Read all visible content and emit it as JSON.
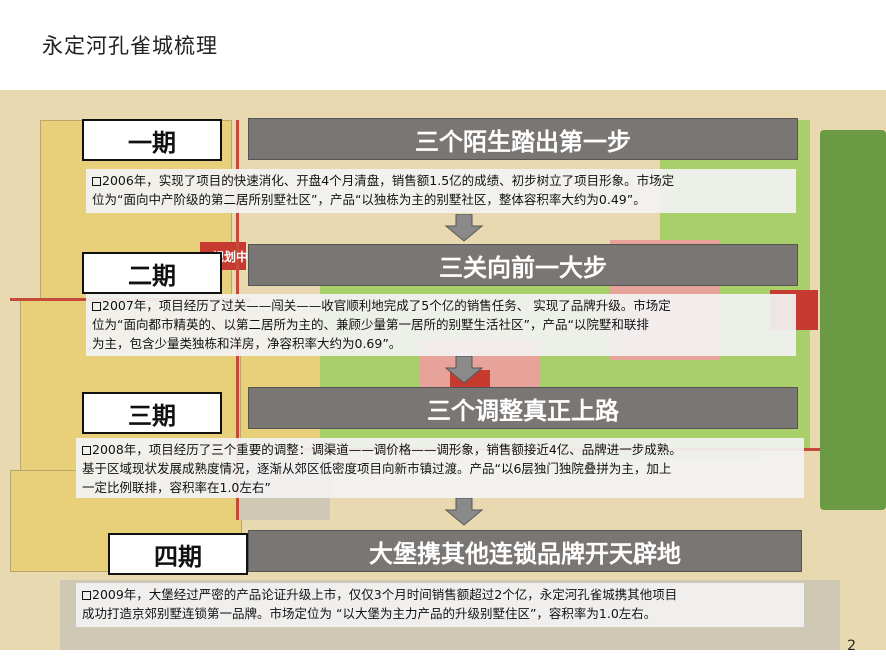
{
  "title": "永定河孔雀城梳理",
  "page_number": "2",
  "map_labels": {
    "planning": "规划中",
    "phase_two": "二期"
  },
  "phases": [
    {
      "label": "一期",
      "banner": "三个陌生踏出第一步",
      "desc_lines": [
        "2006年，实现了项目的快速消化、开盘4个月清盘，销售额1.5亿的成绩、初步树立了项目形象。市场定",
        "位为“面向中产阶级的第二居所别墅社区”，产品“以独栋为主的别墅社区，整体容积率大约为0.49”。"
      ]
    },
    {
      "label": "二期",
      "banner": "三关向前一大步",
      "desc_lines": [
        "2007年，项目经历了过关——闯关——收官顺利地完成了5个亿的销售任务、 实现了品牌升级。市场定",
        "位为“面向都市精英的、以第二居所为主的、兼顾少量第一居所的别墅生活社区”，产品“以院墅和联排",
        "为主，包含少量类独栋和洋房，净容积率大约为0.69”。"
      ]
    },
    {
      "label": "三期",
      "banner": "三个调整真正上路",
      "desc_lines": [
        "2008年，项目经历了三个重要的调整：调渠道——调价格——调形象，销售额接近4亿、品牌进一步成熟。",
        "基于区域现状发展成熟度情况，逐渐从郊区低密度项目向新市镇过渡。产品“以6层独门独院叠拼为主，加上",
        "一定比例联排，容积率在1.0左右”"
      ]
    },
    {
      "label": "四期",
      "banner": "大堡携其他连锁品牌开天辟地",
      "desc_lines": [
        "2009年，大堡经过严密的产品论证升级上市，仅仅3个月时间销售额超过2个亿，永定河孔雀城携其他项目",
        "成功打造京郊别墅连锁第一品牌。市场定位为 “以大堡为主力产品的升级别墅住区”，容积率为1.0左右。"
      ]
    }
  ]
}
